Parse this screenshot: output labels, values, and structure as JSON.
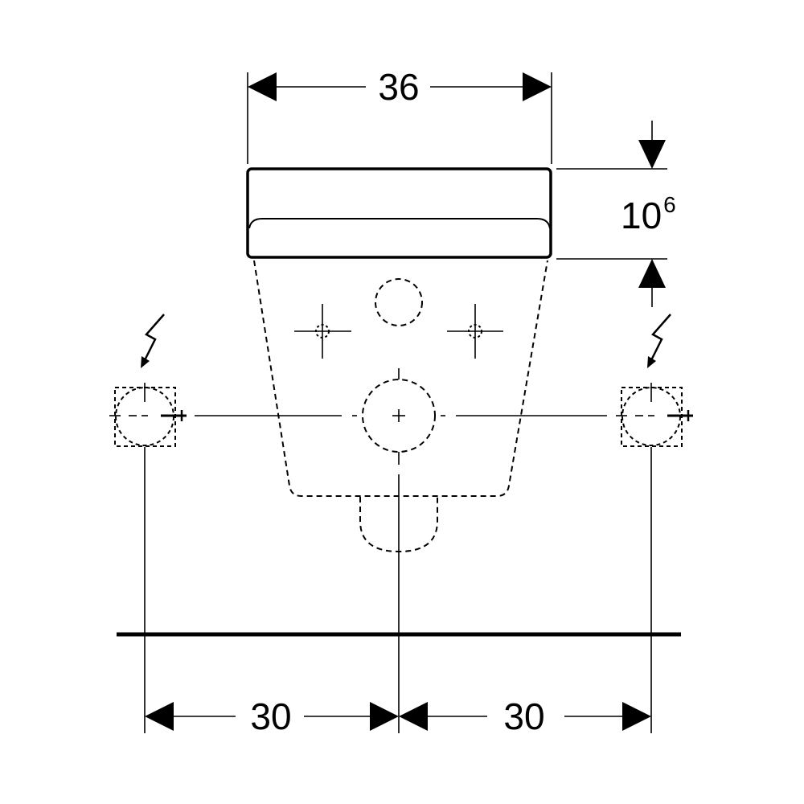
{
  "dimensions": {
    "top_width": "36",
    "height_main": "10",
    "height_sup": "6",
    "bottom_left": "30",
    "bottom_right": "30"
  },
  "icons": {
    "left_power": "lightning-icon",
    "right_power": "lightning-icon"
  },
  "colors": {
    "line": "#000000",
    "background": "#ffffff"
  }
}
